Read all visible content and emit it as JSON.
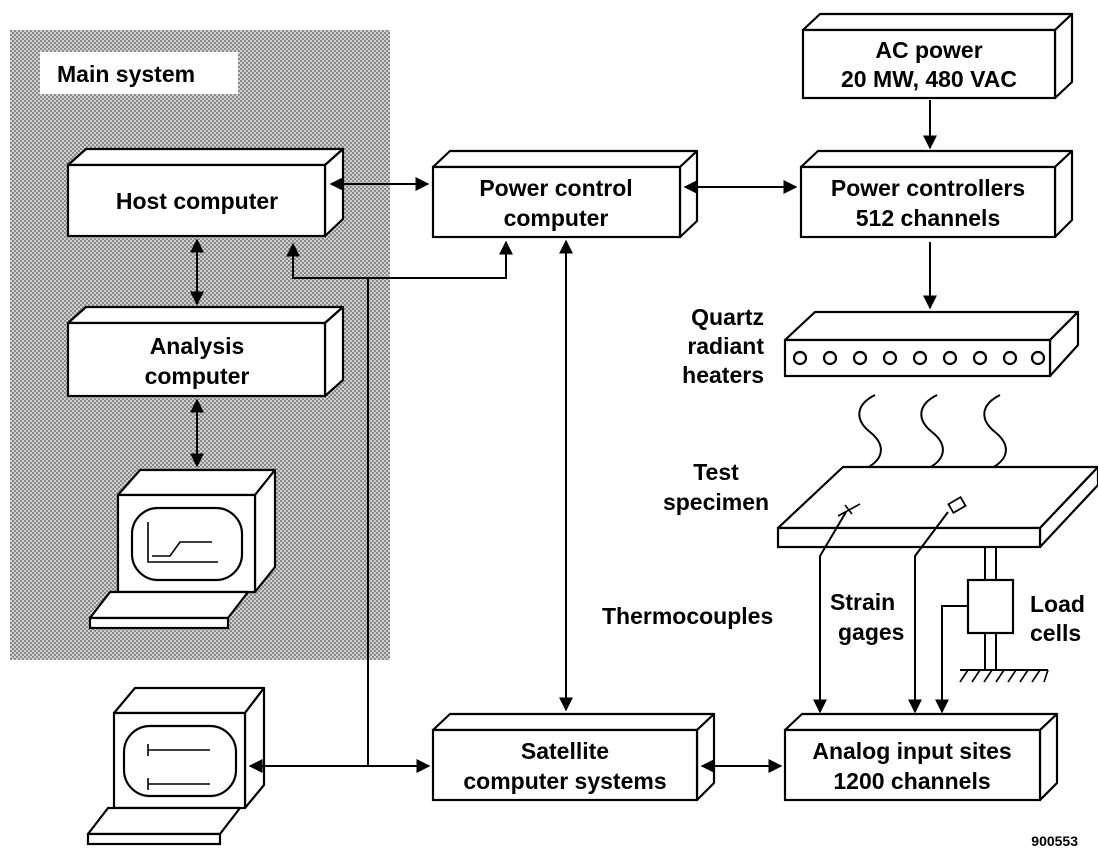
{
  "main_system": {
    "label": "Main system"
  },
  "boxes": {
    "host": [
      "Host computer"
    ],
    "analysis": [
      "Analysis",
      "computer"
    ],
    "power_control": [
      "Power control",
      "computer"
    ],
    "power_controllers": [
      "Power controllers",
      "512 channels"
    ],
    "ac_power": [
      "AC power",
      "20 MW, 480 VAC"
    ],
    "satellite": [
      "Satellite",
      "computer systems"
    ],
    "analog": [
      "Analog input sites",
      "1200 channels"
    ]
  },
  "labels": {
    "quartz": [
      "Quartz",
      "radiant",
      "heaters"
    ],
    "test_specimen": [
      "Test",
      "specimen"
    ],
    "thermocouples": [
      "Thermocouples"
    ],
    "strain_gages": [
      "Strain",
      "gages"
    ],
    "load_cells": [
      "Load",
      "cells"
    ],
    "figure_number": "900553"
  },
  "colors": {
    "ink": "#000000",
    "panel": "#a8a8a8",
    "paper": "#ffffff"
  }
}
